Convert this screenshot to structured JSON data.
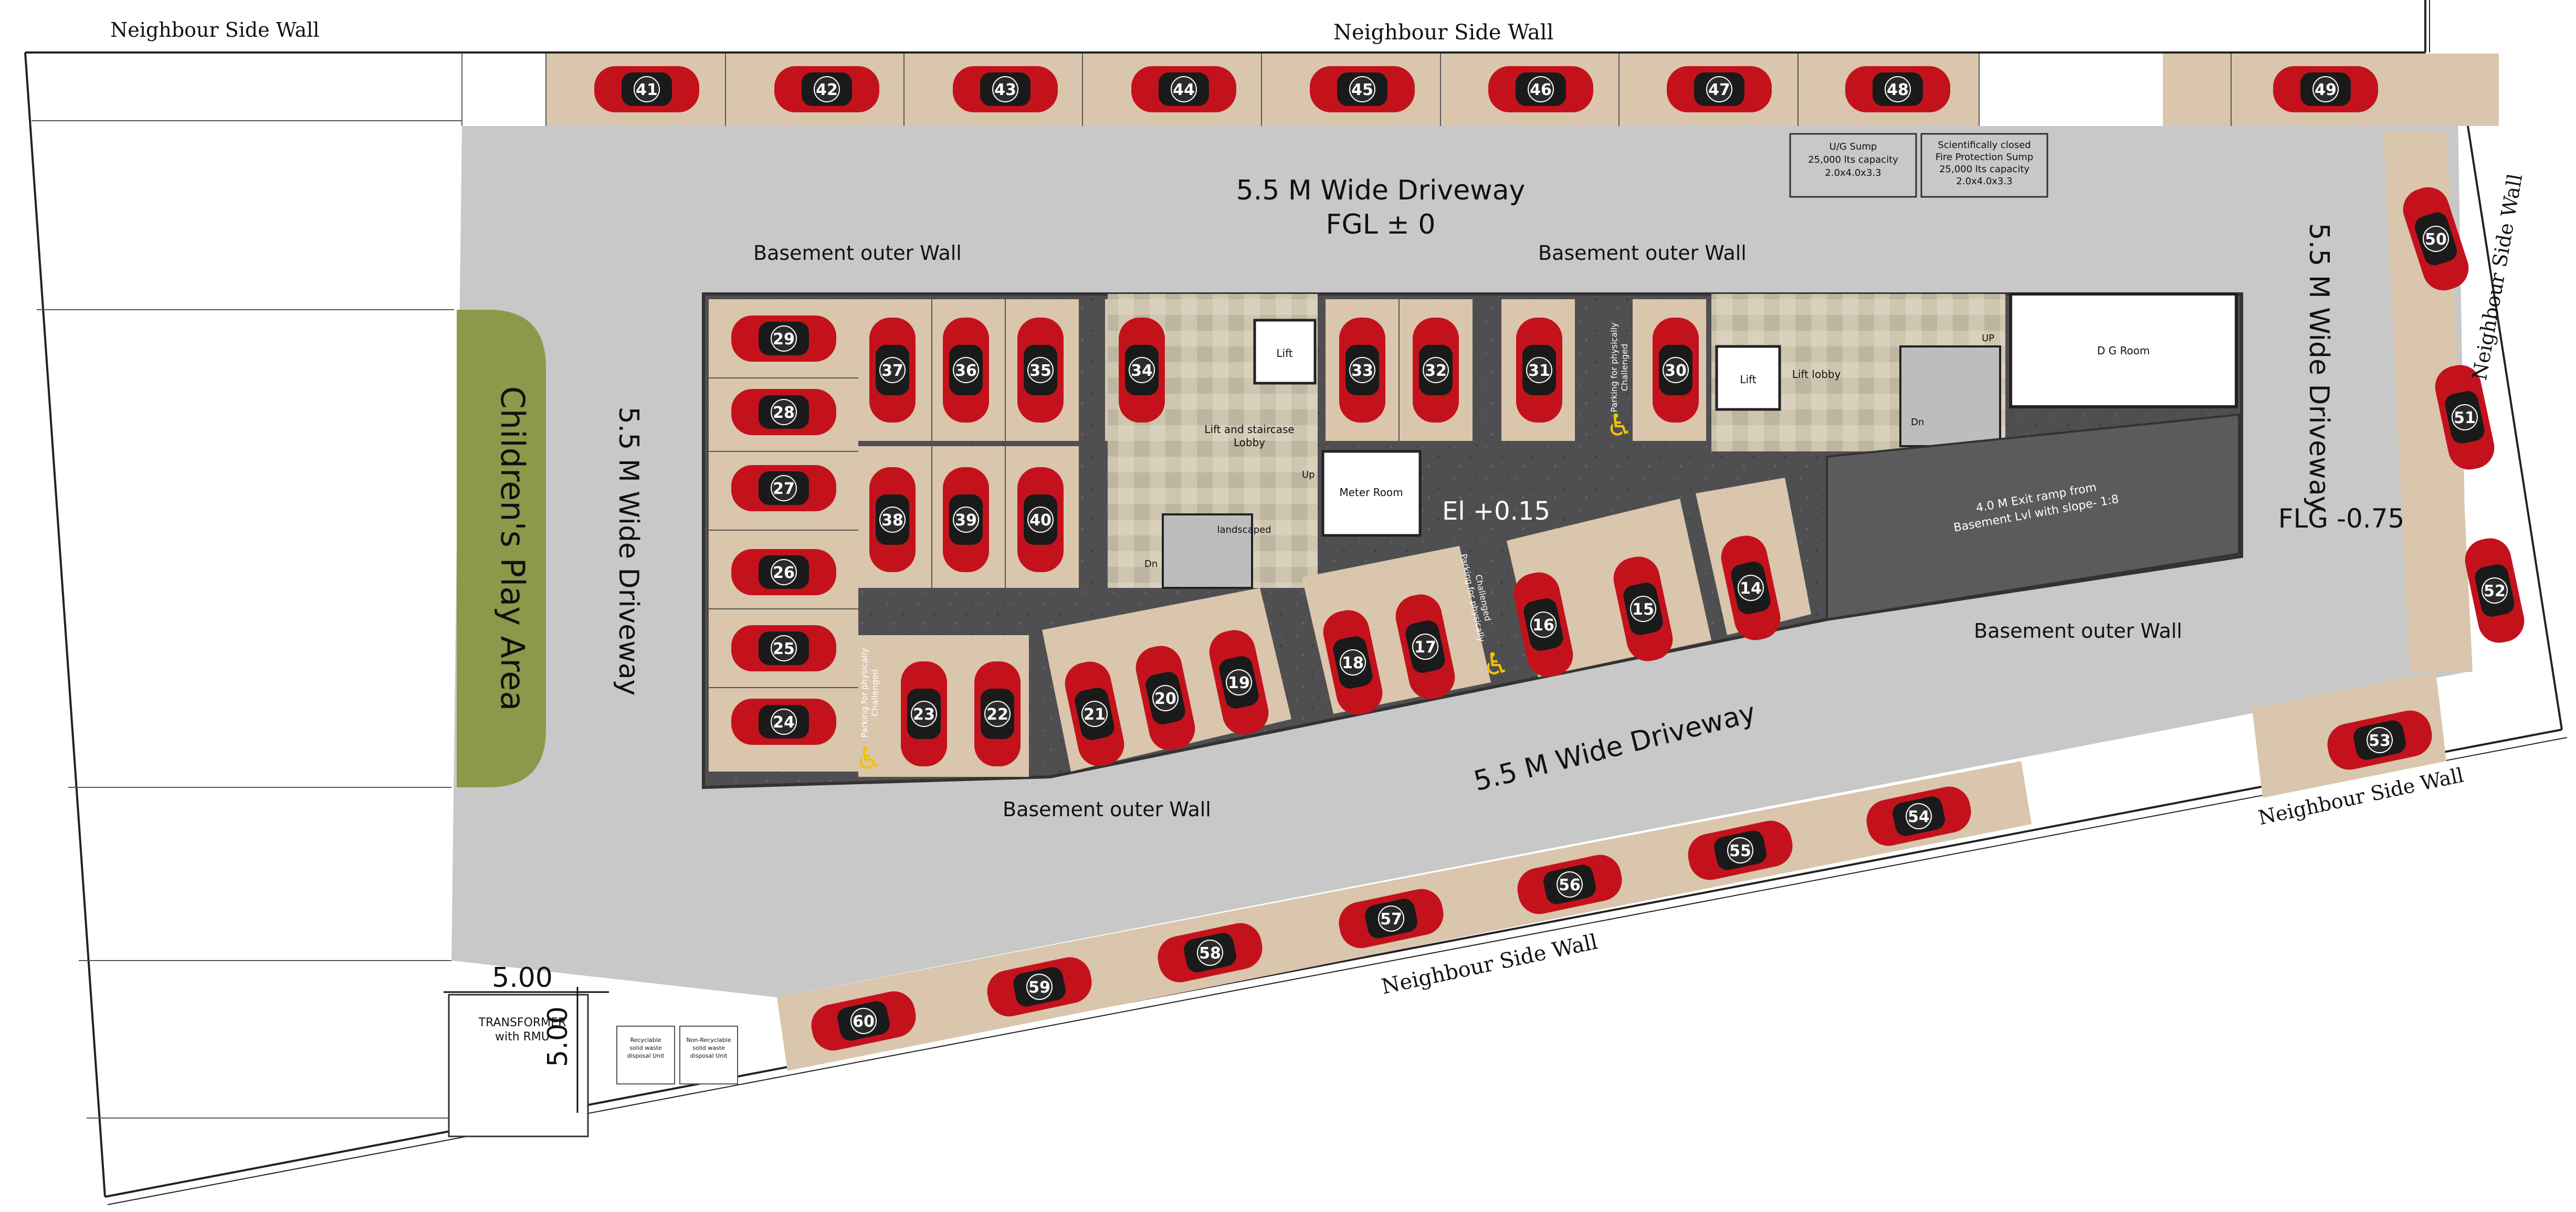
{
  "labels": {
    "neighbour_wall": "Neighbour Side Wall",
    "driveway": "5.5 M Wide Driveway",
    "fgl": "FGL ± 0",
    "flg_right": "FLG -0.75",
    "basement_wall": "Basement outer Wall",
    "play_area": "Children's Play Area",
    "el": "El +0.15",
    "lift": "Lift",
    "lift_lobby": "Lift lobby",
    "lift_stair_lobby_1": "Lift and staircase",
    "lift_stair_lobby_2": "Lobby",
    "meter_room": "Meter Room",
    "dg_room": "D G Room",
    "landscaped": "landscaped",
    "up": "Up",
    "up_caps": "UP",
    "dn": "Dn",
    "ramp_1": "4.0 M Exit ramp from",
    "ramp_2": "Basement Lvl with slope- 1:8",
    "ug_sump_1": "U/G Sump",
    "ug_sump_2": "25,000 lts capacity",
    "ug_sump_3": "2.0x4.0x3.3",
    "fire_sump_1": "Scientifically closed",
    "fire_sump_2": "Fire Protection Sump",
    "fire_sump_3": "25,000 lts capacity",
    "fire_sump_4": "2.0x4.0x3.3",
    "transformer_1": "TRANSFORMER",
    "transformer_2": "with RMU",
    "dim_h": "5.00",
    "dim_v": "5.00",
    "recyclable_1": "Recyclable",
    "recyclable_2": "solid waste",
    "recyclable_3": "disposal Unit",
    "nonrecyclable_1": "Non-Recyclable",
    "nonrecyclable_2": "solid waste",
    "nonrecyclable_3": "disposal Unit",
    "phys_1": "Parking for physically",
    "phys_2": "Challenged"
  },
  "parking_numbers": {
    "top_row": [
      "41",
      "42",
      "43",
      "44",
      "45",
      "46",
      "47",
      "48",
      "49"
    ],
    "right_column": [
      "50",
      "51",
      "52",
      "53"
    ],
    "bottom_row": [
      "54",
      "55",
      "56",
      "57",
      "58",
      "59",
      "60"
    ],
    "left_column": [
      "29",
      "28",
      "27",
      "26",
      "25",
      "24"
    ],
    "inner_top": [
      "37",
      "36",
      "35",
      "34",
      "33",
      "32",
      "31",
      "30"
    ],
    "inner_mid": [
      "38",
      "39",
      "40"
    ],
    "inner_bottom": [
      "23",
      "22",
      "21",
      "20",
      "19",
      "18",
      "17",
      "16",
      "15",
      "14"
    ]
  },
  "colors": {
    "driveway": "#c8c8c8",
    "basement_floor": "#555555",
    "stall": "#d9c6ad",
    "car": "#c4121c",
    "play_area": "#8a9a4a",
    "accessible": "#f2c200"
  }
}
